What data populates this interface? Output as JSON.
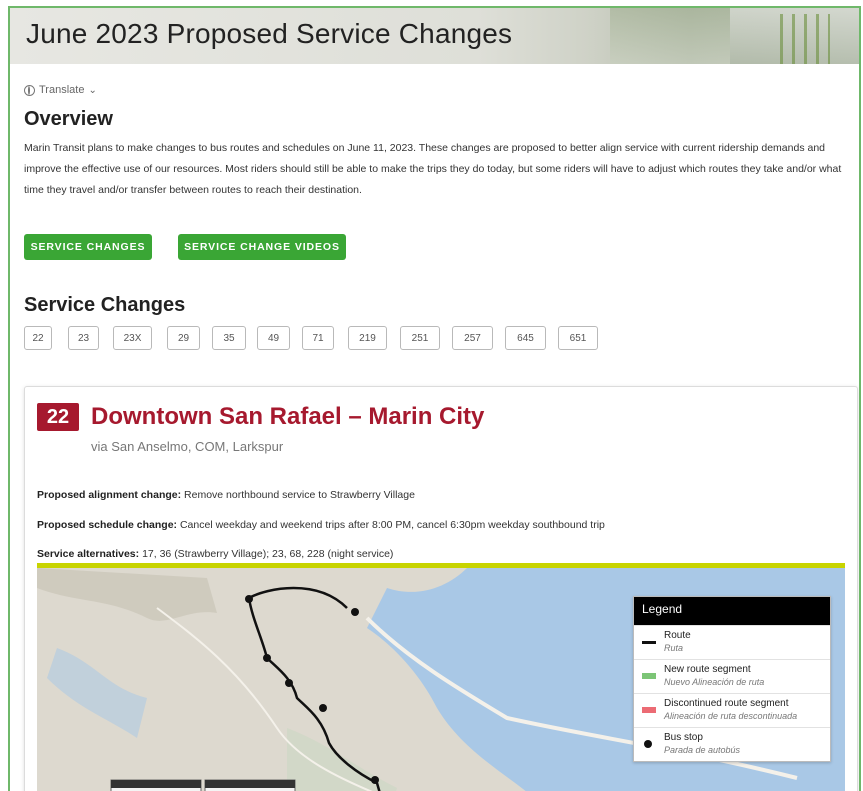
{
  "page": {
    "title": "June 2023 Proposed Service Changes",
    "translate_label": "Translate"
  },
  "overview": {
    "heading": "Overview",
    "body": "Marin Transit plans to make changes to bus routes and schedules on June 11, 2023. These changes are proposed to better align service with current ridership demands and improve the effective use of our resources. Most riders should still be able to make the trips they do today, but some riders will have to adjust which routes they take and/or what time they travel and/or transfer between routes to reach their destination."
  },
  "buttons": {
    "service_changes": "SERVICE CHANGES",
    "service_change_videos": "SERVICE CHANGE VIDEOS"
  },
  "service_changes": {
    "heading": "Service Changes",
    "routes": [
      "22",
      "23",
      "23X",
      "29",
      "35",
      "49",
      "71",
      "219",
      "251",
      "257",
      "645",
      "651"
    ]
  },
  "route_card": {
    "number": "22",
    "name": "Downtown San Rafael – Marin City",
    "via": "via San Anselmo, COM, Larkspur",
    "alignment_label": "Proposed alignment change:",
    "alignment_value": "Remove northbound service to Strawberry Village",
    "schedule_label": "Proposed schedule change:",
    "schedule_value": "Cancel weekday and weekend trips after 8:00 PM, cancel 6:30pm weekday southbound trip",
    "alternatives_label": "Service alternatives:",
    "alternatives_value": "17, 36 (Strawberry Village); 23, 68, 228 (night service)"
  },
  "legend": {
    "title": "Legend",
    "items": [
      {
        "label": "Route",
        "sub": "Ruta"
      },
      {
        "label": "New route segment",
        "sub": "Nuevo Alineación de ruta"
      },
      {
        "label": "Discontinued route segment",
        "sub": "Alineación de ruta descontinuada"
      },
      {
        "label": "Bus stop",
        "sub": "Parada de autobús"
      }
    ]
  },
  "colors": {
    "accent_green": "#3aa635",
    "route_red": "#a6192e",
    "map_bar": "#c8d400",
    "new_segment": "#7cc576",
    "discontinued_segment": "#ec6b74"
  }
}
